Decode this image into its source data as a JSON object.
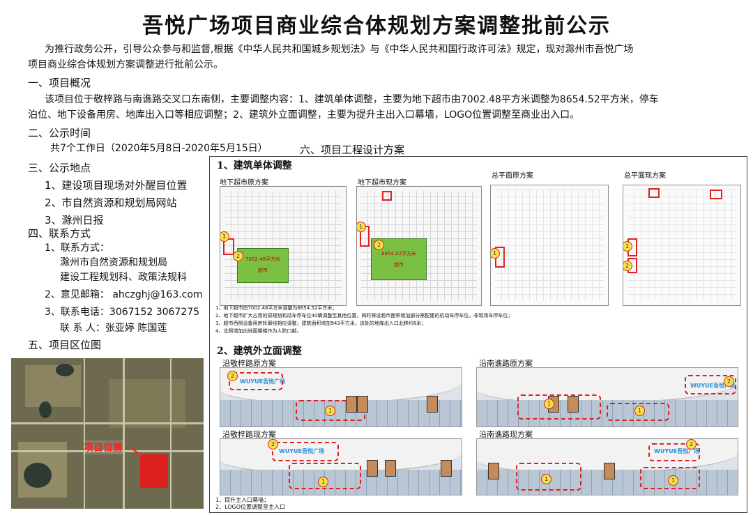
{
  "title": "吾悦广场项目商业综合体规划方案调整批前公示",
  "intro": {
    "line1": "为推行政务公开，引导公众参与和监督,根据《中华人民共和国城乡规划法》与《中华人民共和国行政许可法》规定，现对滁州市吾悦广场",
    "line2": "项目商业综合体规划方案调整进行批前公示。"
  },
  "section1": {
    "heading": "一、项目概况",
    "line1": "该项目位于敬梓路与南谯路交叉口东南侧，主要调整内容：1、建筑单体调整，主要为地下超市由7002.48平方米调整为8654.52平方米，停车",
    "line2": "泊位、地下设备用房、地库出入口等相应调整；2、建筑外立面调整，主要为提升主出入口幕墙，LOGO位置调整至商业出入口。"
  },
  "section2": {
    "heading": "二、公示时间",
    "text": "共7个工作日（2020年5月8日-2020年5月15日）"
  },
  "section3": {
    "heading": "三、公示地点",
    "items": [
      "1、建设项目现场对外醒目位置",
      "2、市自然资源和规划局网站",
      "3、滁州日报"
    ]
  },
  "section4": {
    "heading": "四、联系方式",
    "contact_label": "1、联系方式：",
    "dept1": "滁州市自然资源和规划局",
    "dept2": "建设工程规划科、政策法规科",
    "email": "2、意见邮箱： ahczghj@163.com",
    "phone": "3、联系电话：3067152   3067275",
    "people": "联 系 人：张亚婷     陈国莲"
  },
  "section5": {
    "heading": "五、项目区位图",
    "map_label": "项目位置"
  },
  "section6": {
    "heading": "六、项目工程设计方案",
    "part1_title": "1、建筑单体调整",
    "plans": [
      {
        "caption": "地下超市原方案",
        "block_label": "7002.48平方米",
        "block_sub": "超市"
      },
      {
        "caption": "地下超市现方案",
        "block_label": "8654.52平方米",
        "block_sub": "超市"
      },
      {
        "caption": "总平面原方案"
      },
      {
        "caption": "总平面现方案"
      }
    ],
    "notes": [
      "1、地下超市由7002.48平方米调整为8654.52平方米；",
      "2、地下超市扩大占用的原规划机动车停车位40辆调整至其他位置，同时将设超市面积增加部分需配建的机动车停车位，非现场车停车位；",
      "3、超市西侧设备用房轮廓线相应调整，建筑面积增加943平方米，该处的地库出入口北移约8米；",
      "4、北侧增加出地面楼梯作为人防口部。"
    ],
    "part2_title": "2、建筑外立面调整",
    "elevations": [
      {
        "caption": "沿敬梓路原方案",
        "logo": "WUYUE吾悦广场"
      },
      {
        "caption": "沿南谯路原方案",
        "logo": "WUYUE吾悦广场"
      },
      {
        "caption": "沿敬梓路现方案",
        "logo": "WUYUE吾悦广场"
      },
      {
        "caption": "沿南谯路现方案",
        "logo": "WUYUE吾悦广场"
      }
    ],
    "foot_notes": [
      "1、提升主入口幕墙；",
      "2、LOGO位置调整至主入口"
    ],
    "markers": {
      "one": "1",
      "two": "2"
    }
  }
}
